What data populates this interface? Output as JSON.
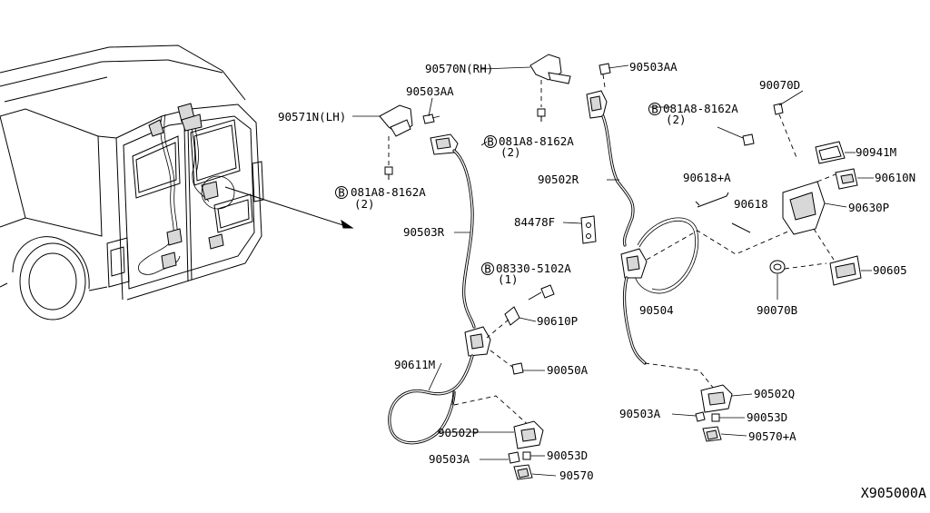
{
  "diagram_ref": "X905000A",
  "labels": {
    "p90570n_rh": "90570N(RH)",
    "p90503aa_top": "90503AA",
    "p90503aa_left": "90503AA",
    "p90571n_lh": "90571N(LH)",
    "bolt_left": "081A8-8162A",
    "bolt_left_qty": "(2)",
    "bolt_mid": "081A8-8162A",
    "bolt_mid_qty": "(2)",
    "bolt_right": "081A8-8162A",
    "bolt_right_qty": "(2)",
    "p90070d": "90070D",
    "p90941m": "90941M",
    "p90610n": "90610N",
    "p90630p": "90630P",
    "p90618a": "90618+A",
    "p90618": "90618",
    "p90502r": "90502R",
    "p90503r": "90503R",
    "p84478f": "84478F",
    "screw_08330": "08330-5102A",
    "screw_08330_qty": "(1)",
    "p90610p": "90610P",
    "p90605": "90605",
    "p90504": "90504",
    "p90070b": "90070B",
    "p90050a": "90050A",
    "p90611m": "90611M",
    "p90502q": "90502Q",
    "p90503a_right": "90503A",
    "p90053d_right": "90053D",
    "p90570a": "90570+A",
    "p90502p": "90502P",
    "p90053d_left": "90053D",
    "p90503a_left": "90503A",
    "p90570": "90570",
    "circle_b": "B"
  }
}
